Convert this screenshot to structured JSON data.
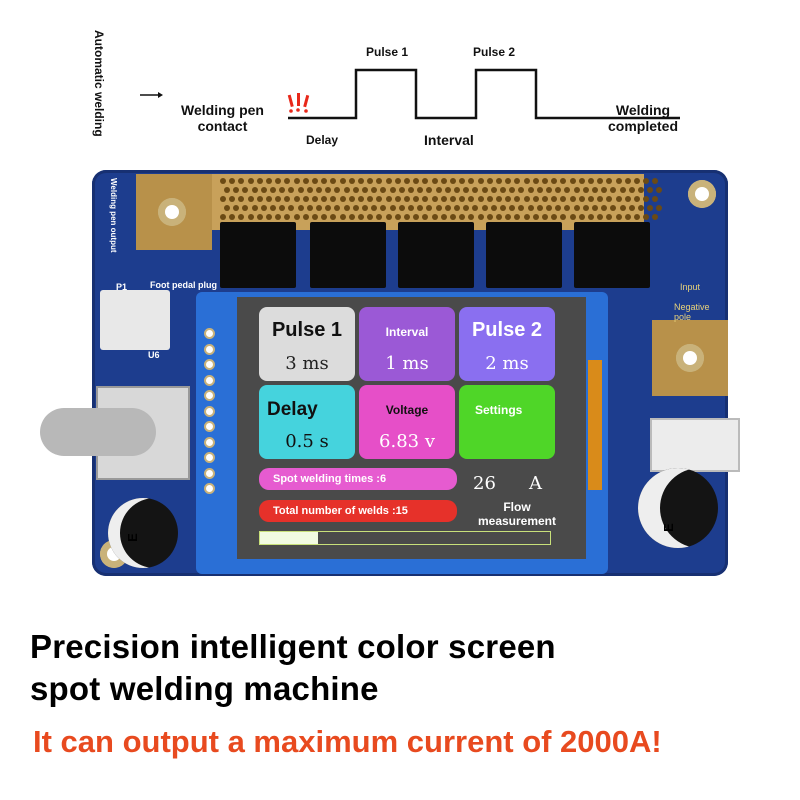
{
  "diagram": {
    "vertical_label": "Automatic welding",
    "pen_contact": "Welding pen\ncontact",
    "pulse1": "Pulse 1",
    "pulse2": "Pulse 2",
    "delay": "Delay",
    "interval": "Interval",
    "completed": "Welding\ncompleted"
  },
  "board": {
    "output_label": "Welding pen output",
    "foot_pedal": "Foot pedal plug",
    "p1": "P1",
    "u6": "U6",
    "input": "Input",
    "negative_pole": "Negative pole",
    "capacitor_mark": "E"
  },
  "screen": {
    "pulse1": {
      "title": "Pulse 1",
      "value": "3 ms"
    },
    "interval": {
      "title": "Interval",
      "value": "1 ms"
    },
    "pulse2": {
      "title": "Pulse 2",
      "value": "2 ms"
    },
    "delay": {
      "title": "Delay",
      "value": "0.5 s"
    },
    "voltage": {
      "title": "Voltage",
      "value": "6.83 v"
    },
    "settings": {
      "title": "Settings"
    },
    "spot_times": "Spot welding times :6",
    "total_welds": "Total number of welds :15",
    "current_value": "26",
    "current_unit": "A",
    "flow_label": "Flow\nmeasurement",
    "progress": 0.2,
    "colors": {
      "pulse1": "#dcdcdc",
      "interval": "#9b59d6",
      "pulse2": "#8a6ff0",
      "delay": "#45d3dd",
      "voltage": "#e64fc8",
      "settings": "#4fd628",
      "spot": "#e65bd0",
      "total": "#e6312a"
    }
  },
  "caption": {
    "line1": "Precision intelligent color screen",
    "line2": "spot welding machine",
    "line3": "It can output a maximum current of 2000A!"
  }
}
